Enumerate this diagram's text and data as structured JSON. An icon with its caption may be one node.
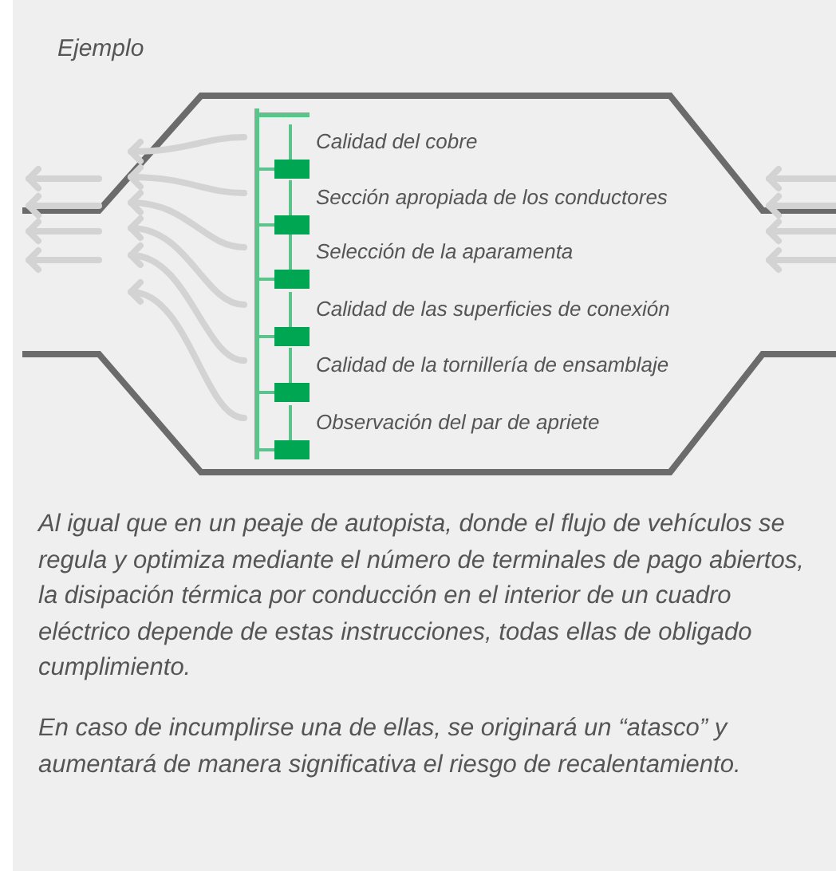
{
  "diagram": {
    "title": "Ejemplo",
    "labels": [
      "Calidad del cobre",
      "Sección apropiada de los conductores",
      "Selección de la aparamenta",
      "Calidad de las superficies de conexión",
      "Calidad de la tornillería de ensamblaje",
      "Observación del par de apriete",
      "Al igual que en un peaje de autopista, donde el flujo de vehículos se regula y optimiza mediante el número de terminales de pago abiertos, la disipación térmica por conducción en el interior de un cuadro eléctrico depende de estas instrucciones, todas ellas de obligado cumplimiento.",
      "En caso de incumplirse una de ellas, se originará un “atasco” y aumentará de manera significativa el riesgo de recalentamiento."
    ]
  }
}
